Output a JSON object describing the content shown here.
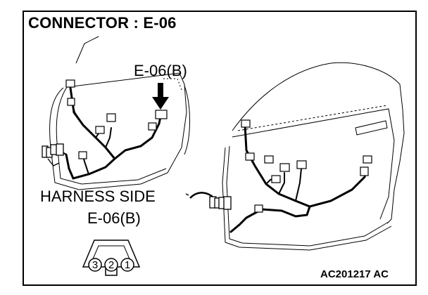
{
  "title": "CONNECTOR : E-06",
  "callout": "E-06(B)",
  "harness_side": "HARNESS SIDE",
  "harness_connector": "E-06(B)",
  "pins": [
    "3",
    "2",
    "1"
  ],
  "figure_code": "AC201217 AC"
}
